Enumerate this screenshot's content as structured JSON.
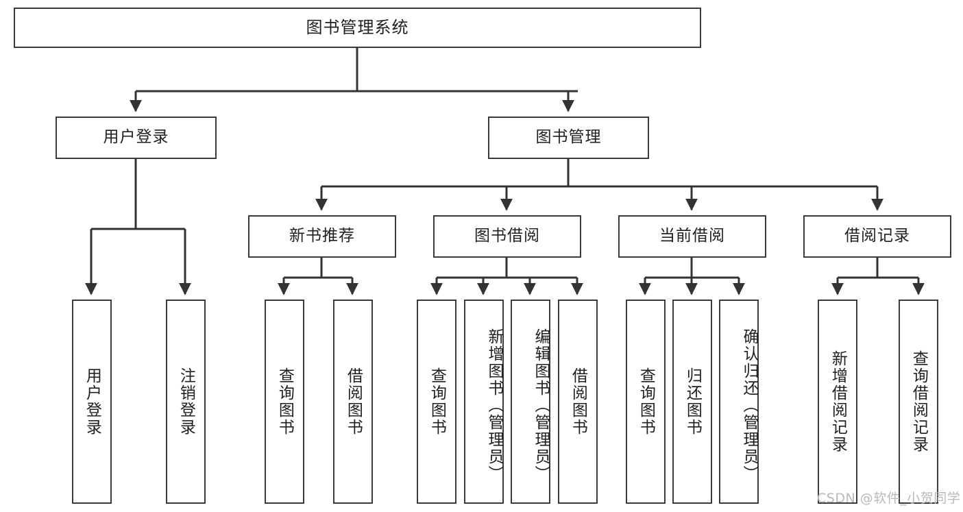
{
  "diagram": {
    "type": "tree-hierarchy-chart",
    "title": "图书管理系统",
    "orientation": "top-down",
    "colors": {
      "box_border": "#3a3a3a",
      "box_fill": "#ffffff",
      "connector": "#333333",
      "background": "#ffffff",
      "watermark": "#b9b9b9"
    },
    "nodes": {
      "root": {
        "label": "图书管理系统",
        "level": 0
      },
      "level1": [
        {
          "id": "user-login",
          "label": "用户登录",
          "level": 1
        },
        {
          "id": "book-manage",
          "label": "图书管理",
          "level": 1
        }
      ],
      "level2": [
        {
          "id": "new-book-recommend",
          "label": "新书推荐",
          "level": 2,
          "parent": "book-manage"
        },
        {
          "id": "book-borrow",
          "label": "图书借阅",
          "level": 2,
          "parent": "book-manage"
        },
        {
          "id": "current-borrow",
          "label": "当前借阅",
          "level": 2,
          "parent": "book-manage"
        },
        {
          "id": "borrow-record",
          "label": "借阅记录",
          "level": 2,
          "parent": "book-manage"
        }
      ],
      "leaves": [
        {
          "id": "leaf-user-login",
          "label": "用户登录",
          "parent": "user-login"
        },
        {
          "id": "leaf-user-logout",
          "label": "注销登录",
          "parent": "user-login"
        },
        {
          "id": "leaf-query-book-1",
          "label": "查询图书",
          "parent": "new-book-recommend"
        },
        {
          "id": "leaf-borrow-book-1",
          "label": "借阅图书",
          "parent": "new-book-recommend"
        },
        {
          "id": "leaf-query-book-2",
          "label": "查询图书",
          "parent": "book-borrow"
        },
        {
          "id": "leaf-add-book",
          "label": "新增图书（管理员）",
          "parent": "book-borrow"
        },
        {
          "id": "leaf-edit-book",
          "label": "编辑图书（管理员）",
          "parent": "book-borrow"
        },
        {
          "id": "leaf-borrow-book-2",
          "label": "借阅图书",
          "parent": "book-borrow"
        },
        {
          "id": "leaf-query-book-3",
          "label": "查询图书",
          "parent": "current-borrow"
        },
        {
          "id": "leaf-return-book",
          "label": "归还图书",
          "parent": "current-borrow"
        },
        {
          "id": "leaf-confirm-return",
          "label": "确认归还（管理员）",
          "parent": "current-borrow"
        },
        {
          "id": "leaf-add-record",
          "label": "新增借阅记录",
          "parent": "borrow-record"
        },
        {
          "id": "leaf-query-record",
          "label": "查询借阅记录",
          "parent": "borrow-record"
        }
      ]
    },
    "watermark": "CSDN @软件_小贺同学"
  }
}
